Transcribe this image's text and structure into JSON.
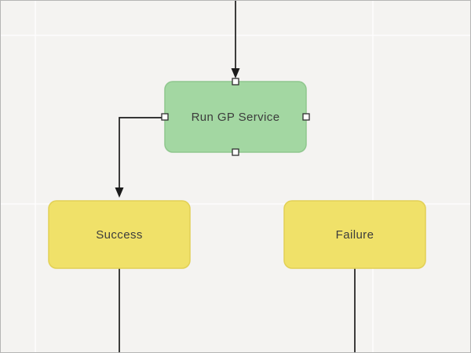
{
  "canvas": {
    "background": "#f4f3f1",
    "grid_line": "#ffffff",
    "border": "#b5b5b5"
  },
  "colors": {
    "process_fill": "#a3d7a2",
    "process_stroke": "#8fc78e",
    "terminal_fill": "#f0e169",
    "terminal_stroke": "#e2d055",
    "connector": "#1b1b1b",
    "handle_fill": "#ffffff",
    "handle_stroke": "#2e2e2e",
    "label_text": "#3c3c3c"
  },
  "nodes": {
    "run_gp_service": {
      "label": "Run GP Service",
      "type": "process"
    },
    "success": {
      "label": "Success",
      "type": "terminal"
    },
    "failure": {
      "label": "Failure",
      "type": "terminal"
    }
  },
  "edges": [
    {
      "from": "upstream",
      "to": "run_gp_service",
      "style": "arrow"
    },
    {
      "from": "run_gp_service",
      "to": "success",
      "style": "arrow"
    },
    {
      "from": "success",
      "to": "downstream",
      "style": "plain"
    },
    {
      "from": "failure",
      "to": "downstream",
      "style": "plain"
    }
  ]
}
